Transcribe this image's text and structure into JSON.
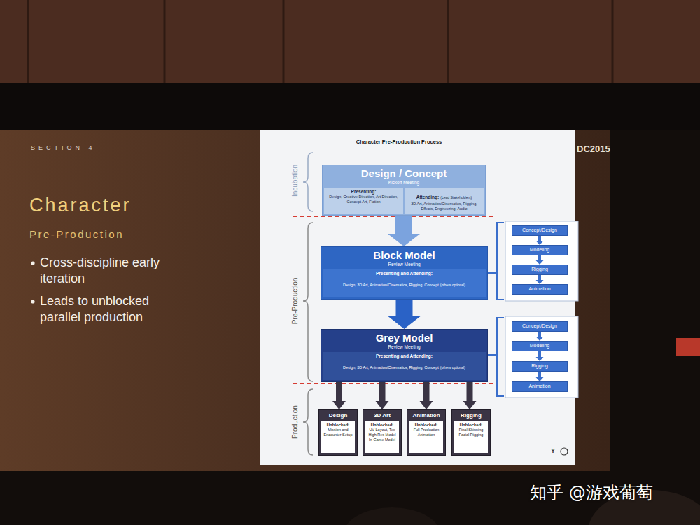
{
  "diagram": {
    "title": "Character Pre-Production Process",
    "nodes": [
      {
        "text": [
          "Design / Concept",
          "Kickoff Meeting"
        ]
      },
      {
        "text": [
          "Presenting:",
          "Design, Creative Direction, Art Direction, Concept Art, Fiction"
        ],
        "in": 0
      },
      {
        "text": [
          "Attending:",
          "(Lead Stakeholders)",
          "3D Art, Animation/Cinematics, Rigging, Effects, Engineering, Audio"
        ],
        "in": 0
      },
      {
        "text": [
          "Block Model",
          "Review Meeting"
        ]
      },
      {
        "text": [
          "Presenting and Attending:",
          "Design, 3D Art, Animation/Cinematics, Rigging, Concept",
          "(others optional)"
        ],
        "in": 3
      },
      {
        "text": [
          "Concept/Design"
        ]
      },
      {
        "text": [
          "Modeling"
        ]
      },
      {
        "text": [
          "Rigging"
        ]
      },
      {
        "text": [
          "Animation"
        ]
      },
      {
        "text": [
          "Grey Model",
          "Review Meeting"
        ]
      },
      {
        "text": [
          "Presenting and Attending:",
          "Design, 3D Art, Animation/Cinematics, Rigging, Concept",
          "(others optional)"
        ],
        "in": 9
      },
      {
        "text": [
          "Concept/Design"
        ]
      },
      {
        "text": [
          "Modeling"
        ]
      },
      {
        "text": [
          "Rigging"
        ]
      },
      {
        "text": [
          "Animation"
        ]
      },
      {
        "text": [
          "Design"
        ]
      },
      {
        "text": [
          "Unblocked:",
          "Mission and Encounter Setup"
        ],
        "in": 15
      },
      {
        "text": [
          "3D Art"
        ]
      },
      {
        "text": [
          "Unblocked:",
          "UV Layout, Tex High Res Model In-Game Model"
        ],
        "in": 17
      },
      {
        "text": [
          "Animation"
        ]
      },
      {
        "text": [
          "Unblocked:",
          "Full Production Animation"
        ],
        "in": 19
      },
      {
        "text": [
          "Rigging"
        ]
      },
      {
        "text": [
          "Unblocked:",
          "Final Skinning Facial Rigging"
        ],
        "in": 21
      }
    ],
    "edges": [
      {
        "from": 0,
        "to": 3,
        "arrow": "to"
      },
      {
        "from": 3,
        "to": 9,
        "arrow": "to"
      },
      {
        "from": 5,
        "to": 6,
        "arrow": "to"
      },
      {
        "from": 6,
        "to": 7,
        "arrow": "to"
      },
      {
        "from": 7,
        "to": 8,
        "arrow": "to"
      },
      {
        "from": 11,
        "to": 12,
        "arrow": "to"
      },
      {
        "from": 12,
        "to": 13,
        "arrow": "to"
      },
      {
        "from": 13,
        "to": 14,
        "arrow": "to"
      },
      {
        "from": 9,
        "to": 15,
        "arrow": "to"
      },
      {
        "from": 9,
        "to": 17,
        "arrow": "to"
      },
      {
        "from": 9,
        "to": 19,
        "arrow": "to"
      },
      {
        "from": 9,
        "to": 21,
        "arrow": "to"
      }
    ],
    "labels": [
      "SECTION 4",
      "Character",
      "Pre-Production",
      "Cross-discipline early iteration",
      "Leads to unblocked parallel production",
      "Incubation",
      "Pre-Production",
      "Production",
      "DC2015",
      "Y",
      "知乎 @游戏葡萄"
    ]
  }
}
